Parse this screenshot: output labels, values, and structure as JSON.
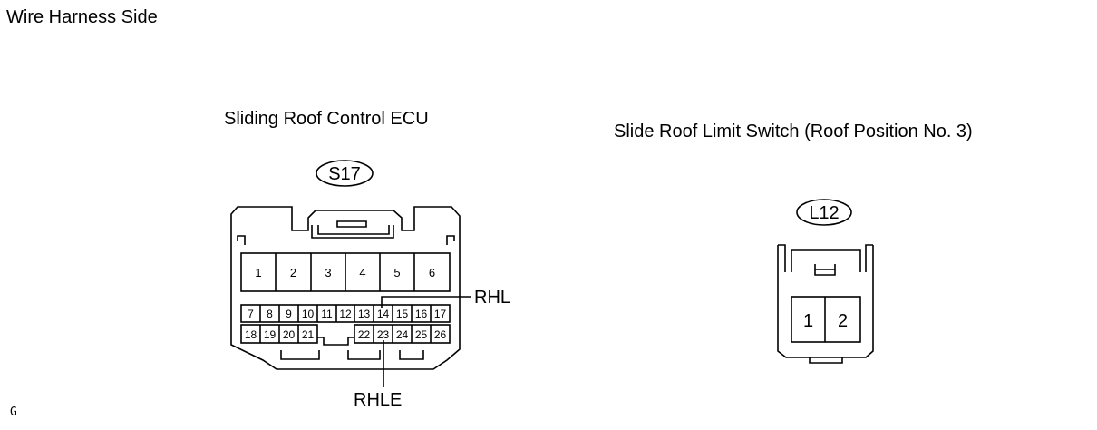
{
  "page": {
    "heading": "Wire Harness Side",
    "footer_code": "G"
  },
  "ecu": {
    "title": "Sliding Roof Control ECU",
    "code": "S17",
    "top_row": [
      "1",
      "2",
      "3",
      "4",
      "5",
      "6"
    ],
    "mid_row": [
      "7",
      "8",
      "9",
      "10",
      "11",
      "12",
      "13",
      "14",
      "15",
      "16",
      "17"
    ],
    "bot_row_left": [
      "18",
      "19",
      "20",
      "21"
    ],
    "bot_row_right": [
      "22",
      "23",
      "24",
      "25",
      "26"
    ],
    "callout_rhl": "RHL",
    "callout_rhle": "RHLE"
  },
  "limit_switch": {
    "title": "Slide Roof Limit Switch (Roof Position No. 3)",
    "code": "L12",
    "pins": [
      "1",
      "2"
    ]
  }
}
